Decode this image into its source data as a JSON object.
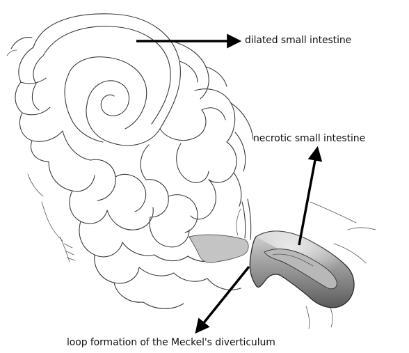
{
  "labels": {
    "dilated": "dilated small intestine",
    "necrotic": "necrotic small intestine",
    "loop": "loop formation of the Meckel's diverticulum"
  },
  "colors": {
    "outline": "#3a3a3a",
    "necrotic_fill": "#9a9a9a",
    "mesentery_fill": "#c4c4c4",
    "arrow": "#000000"
  }
}
